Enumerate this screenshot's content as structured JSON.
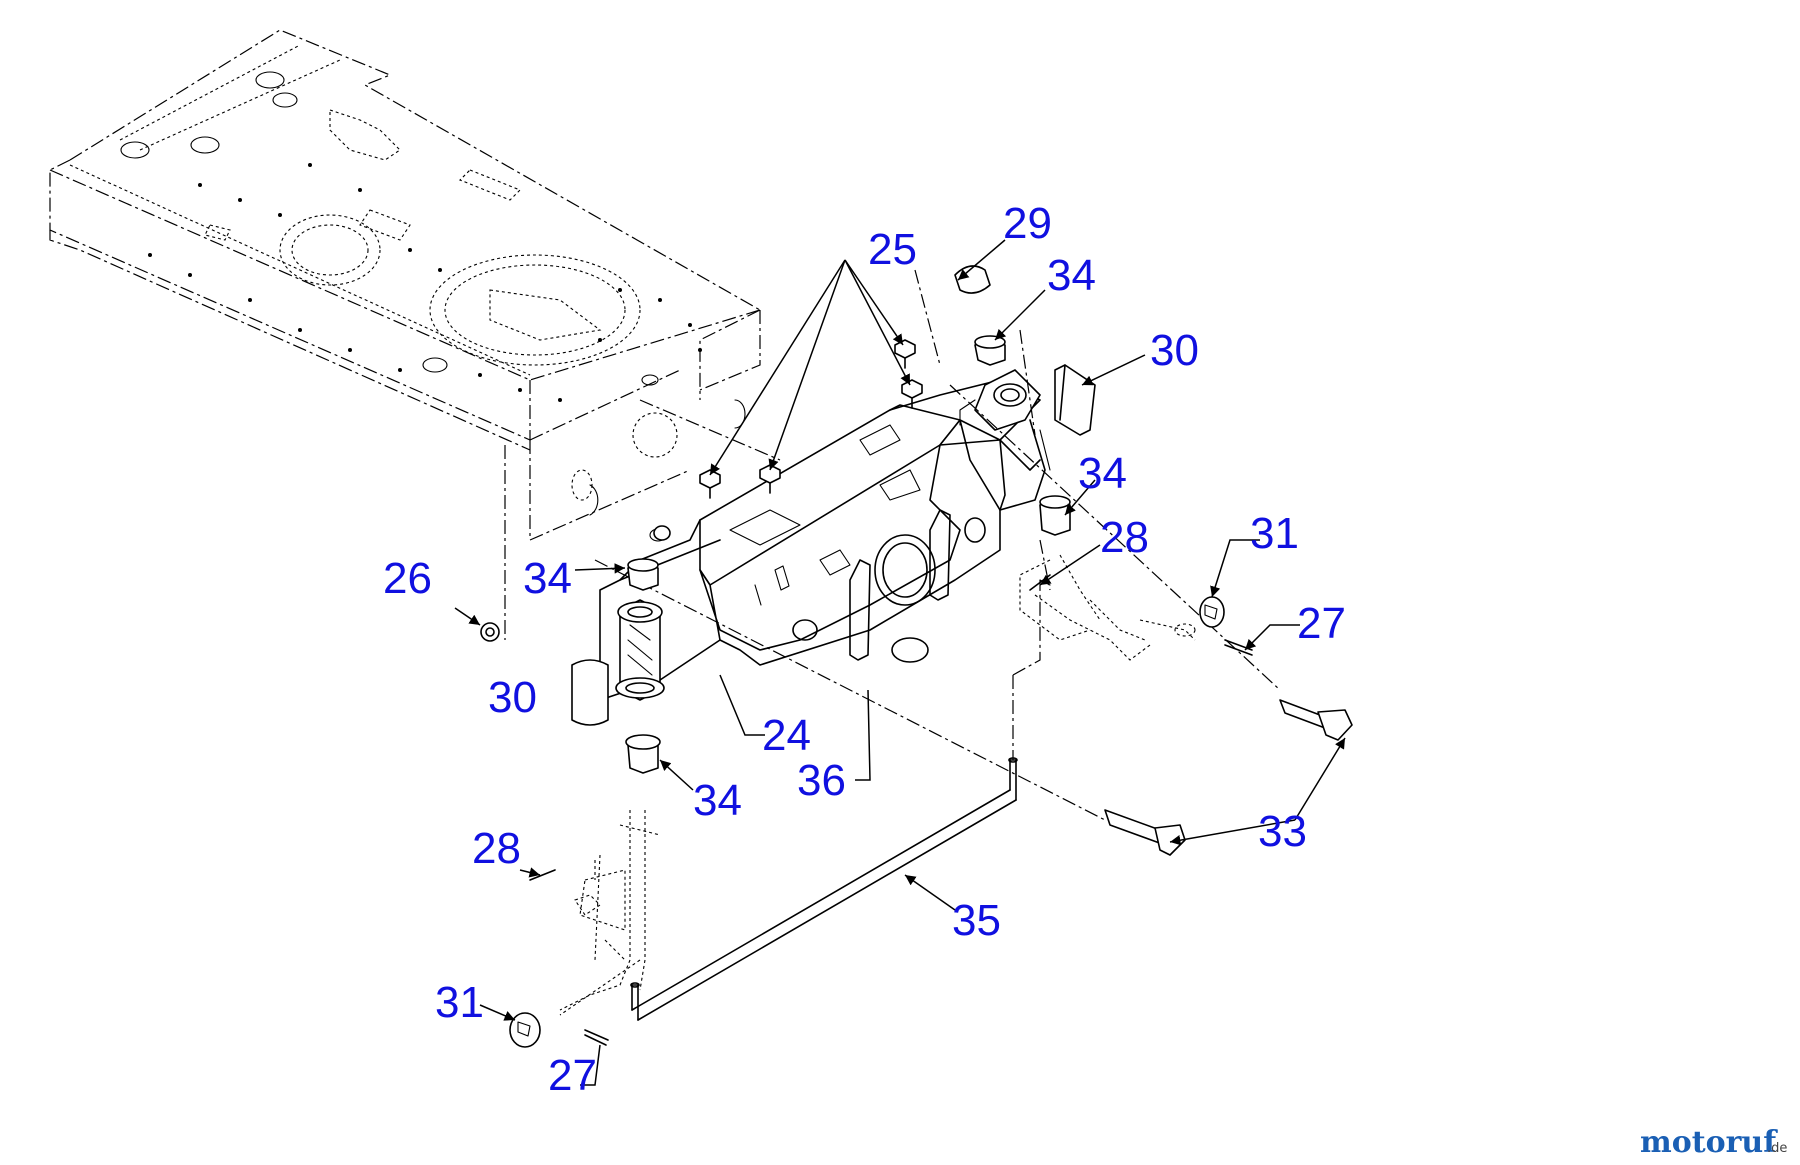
{
  "callouts": {
    "c24": "24",
    "c25": "25",
    "c26": "26",
    "c27a": "27",
    "c27b": "27",
    "c28a": "28",
    "c28b": "28",
    "c29": "29",
    "c30a": "30",
    "c30b": "30",
    "c31a": "31",
    "c31b": "31",
    "c33": "33",
    "c34a": "34",
    "c34b": "34",
    "c34c": "34",
    "c34d": "34",
    "c35": "35",
    "c36": "36"
  },
  "watermark": {
    "brand": "motoruf",
    "suffix": ".de"
  },
  "colors": {
    "callout": "#1010e0"
  }
}
